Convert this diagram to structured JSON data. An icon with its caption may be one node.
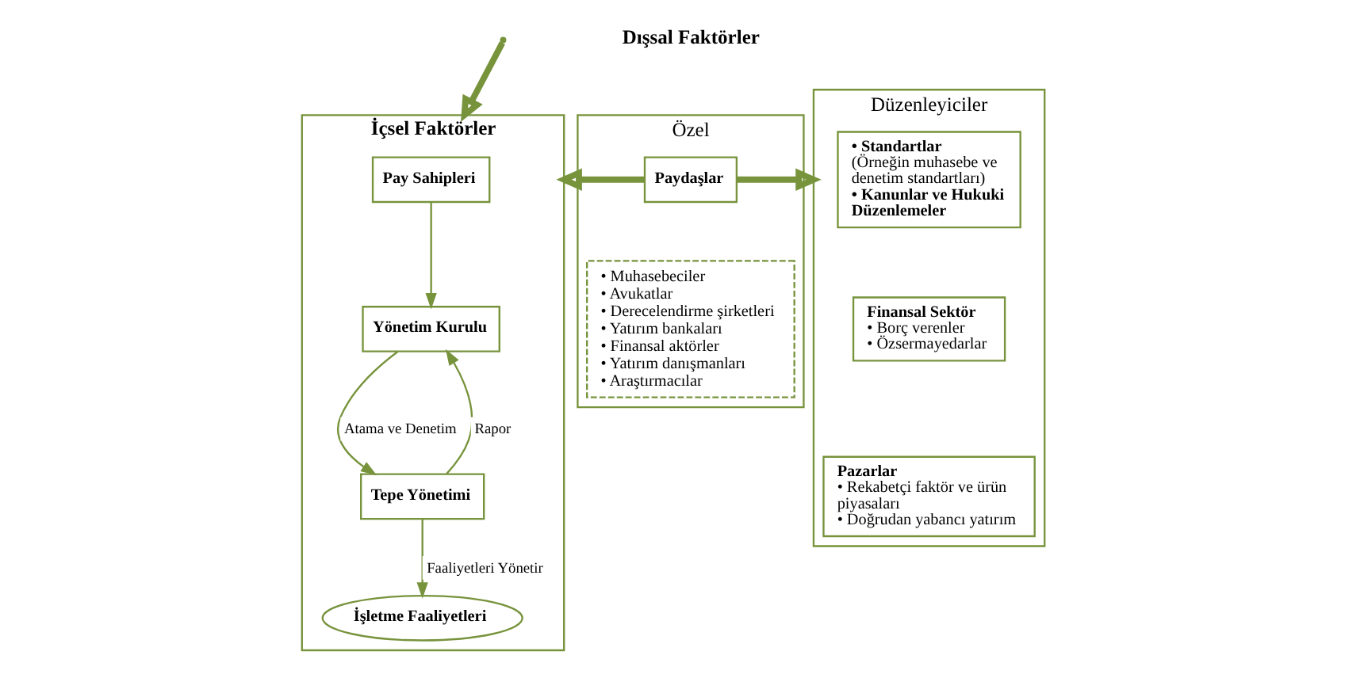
{
  "diagram": {
    "nodes": [
      {
        "text": [
          "İçsel Faktörler"
        ]
      },
      {
        "text": [
          "Pay Sahipleri"
        ],
        "in": 0
      },
      {
        "text": [
          "Yönetim Kurulu"
        ],
        "in": 0
      },
      {
        "text": [
          "Tepe Yönetimi"
        ],
        "in": 0
      },
      {
        "text": [
          "İşletme Faaliyetleri"
        ],
        "in": 0
      },
      {
        "text": [
          "Özel"
        ]
      },
      {
        "text": [
          "Paydaşlar"
        ],
        "in": 5
      },
      {
        "text": [
          "• Muhasebeciler",
          "• Avukatlar",
          "• Derecelendirme şirketleri",
          "• Yatırım bankaları",
          "• Finansal aktörler",
          "• Yatırım danışmanları",
          "• Araştırmacılar"
        ],
        "in": 5
      },
      {
        "text": [
          "Düzenleyiciler"
        ]
      },
      {
        "text": [
          "• Standartlar",
          "(Örneğin muhasebe ve denetim standartları)",
          "• Kanunlar ve Hukuki Düzenlemeler"
        ],
        "in": 8
      },
      {
        "text": [
          "Finansal Sektör",
          "• Borç verenler",
          "• Özsermayedarlar"
        ],
        "in": 8
      },
      {
        "text": [
          "Pazarlar",
          "• Rekabetçi faktör ve ürün piyasaları",
          "• Doğrudan yabancı yatırım"
        ],
        "in": 8
      }
    ],
    "edges": [
      {
        "from": 1,
        "to": 2,
        "arrow": "to"
      },
      {
        "from": 3,
        "to": 2,
        "arrow": "to",
        "label": "Rapor"
      },
      {
        "from": 2,
        "to": 3,
        "arrow": "to",
        "label": "Atama ve Denetim"
      },
      {
        "from": 3,
        "to": 4,
        "arrow": "to",
        "label": "Faaliyetleri Yönetir"
      },
      {
        "from": 6,
        "to": 0,
        "arrow": "to",
        "style": "thick"
      },
      {
        "from": 6,
        "to": 8,
        "arrow": "to",
        "style": "thick"
      },
      {
        "from": null,
        "to": 0,
        "arrow": "to",
        "style": "thick"
      }
    ],
    "labels": [
      "Dışsal Faktörler"
    ]
  }
}
